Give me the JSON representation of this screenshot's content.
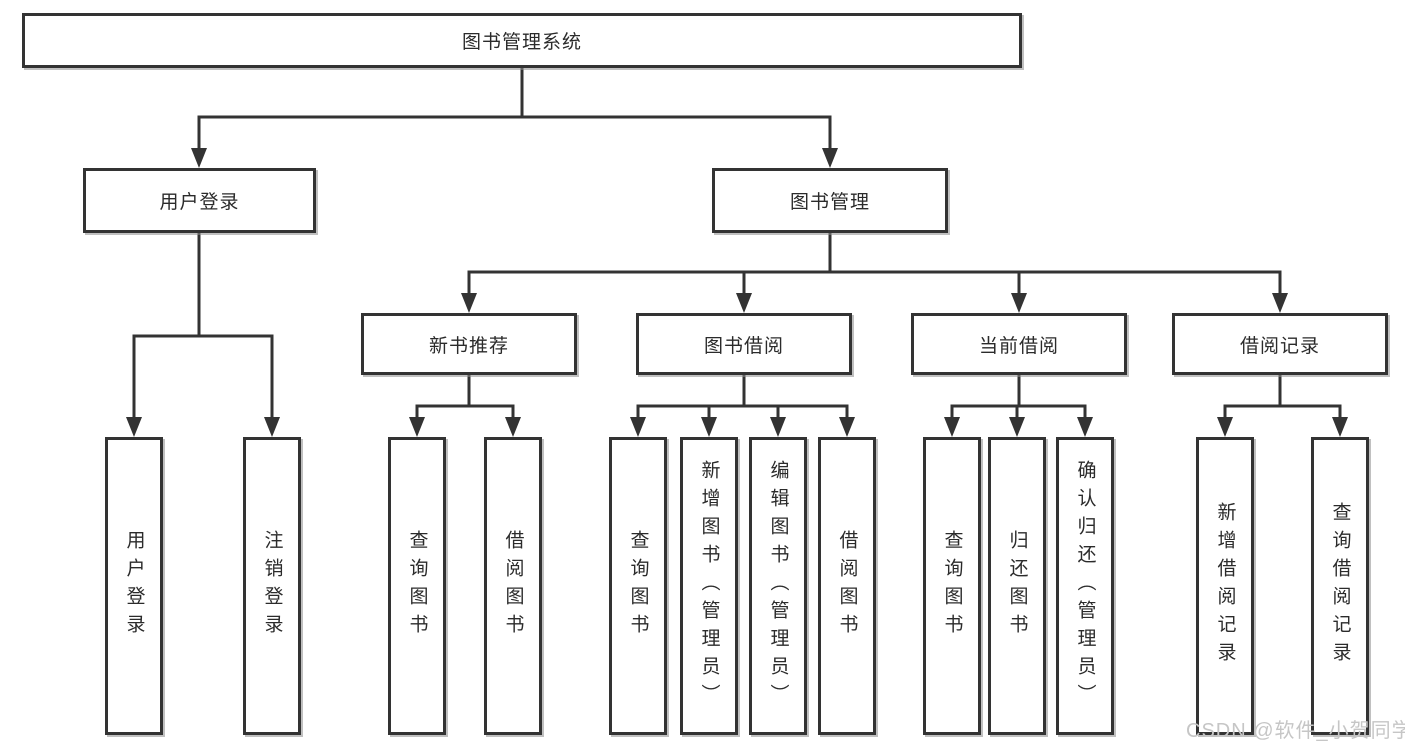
{
  "page": {
    "background": "#ffffff",
    "line_color": "#333333",
    "text_color": "#2b2b2b",
    "watermark_color": "#c6c6c6"
  },
  "watermark": "CSDN @软件_小贺同学",
  "diagram": {
    "root": {
      "label": "图书管理系统"
    },
    "level2": [
      {
        "label": "用户登录"
      },
      {
        "label": "图书管理"
      }
    ],
    "level3": [
      {
        "label": "新书推荐",
        "parent": "图书管理"
      },
      {
        "label": "图书借阅",
        "parent": "图书管理"
      },
      {
        "label": "当前借阅",
        "parent": "图书管理"
      },
      {
        "label": "借阅记录",
        "parent": "图书管理"
      }
    ],
    "leaves": [
      {
        "label": "用户登录",
        "parent": "用户登录"
      },
      {
        "label": "注销登录",
        "parent": "用户登录"
      },
      {
        "label": "查询图书",
        "parent": "新书推荐"
      },
      {
        "label": "借阅图书",
        "parent": "新书推荐"
      },
      {
        "label": "查询图书",
        "parent": "图书借阅"
      },
      {
        "label": "新增图书（管理员）",
        "parent": "图书借阅"
      },
      {
        "label": "编辑图书（管理员）",
        "parent": "图书借阅"
      },
      {
        "label": "借阅图书",
        "parent": "图书借阅"
      },
      {
        "label": "查询图书",
        "parent": "当前借阅"
      },
      {
        "label": "归还图书",
        "parent": "当前借阅"
      },
      {
        "label": "确认归还（管理员）",
        "parent": "当前借阅"
      },
      {
        "label": "新增借阅记录",
        "parent": "借阅记录"
      },
      {
        "label": "查询借阅记录",
        "parent": "借阅记录"
      }
    ]
  }
}
